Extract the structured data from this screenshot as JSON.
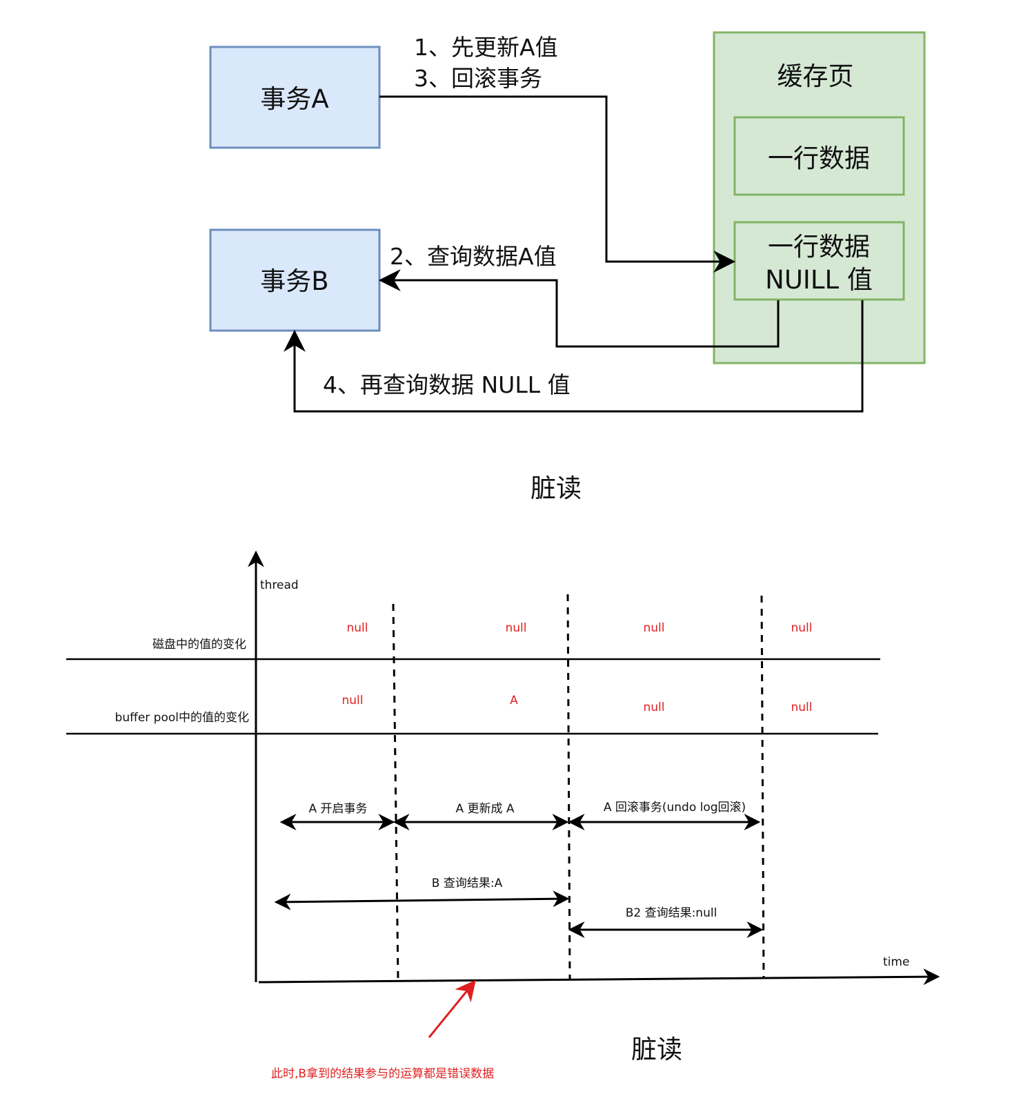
{
  "top": {
    "tx_a": "事务A",
    "tx_b": "事务B",
    "cache_page": "缓存页",
    "row1": "一行数据",
    "row2_line1": "一行数据",
    "row2_line2": "NUILL 值",
    "edge_1": "1、先更新A值",
    "edge_3": "3、回滚事务",
    "edge_2": "2、查询数据A值",
    "edge_4": "4、再查询数据 NULL 值",
    "caption": "脏读",
    "colors": {
      "tx_fill": "#dae8fc",
      "tx_stroke": "#6c8ebf",
      "cache_fill": "#d5e8d4",
      "cache_stroke": "#82b366"
    }
  },
  "timeline": {
    "y_axis_label": "thread",
    "x_axis_label": "time",
    "disk_label": "磁盘中的值的变化",
    "pool_label": "buffer pool中的值的变化",
    "disk_values": [
      "null",
      "null",
      "null",
      "null"
    ],
    "pool_values": [
      "null",
      "A",
      "null",
      "null"
    ],
    "span_a_start": "A 开启事务",
    "span_a_update": "A 更新成 A",
    "span_a_rollback": "A 回滚事务(undo log回滚)",
    "span_b_query": "B 查询结果:A",
    "span_b2_query": "B2 查询结果:null",
    "note": "此时,B拿到的结果参与的运算都是错误数据",
    "caption": "脏读",
    "colors": {
      "value_red": "#e02020",
      "note_red": "#e02020"
    }
  }
}
